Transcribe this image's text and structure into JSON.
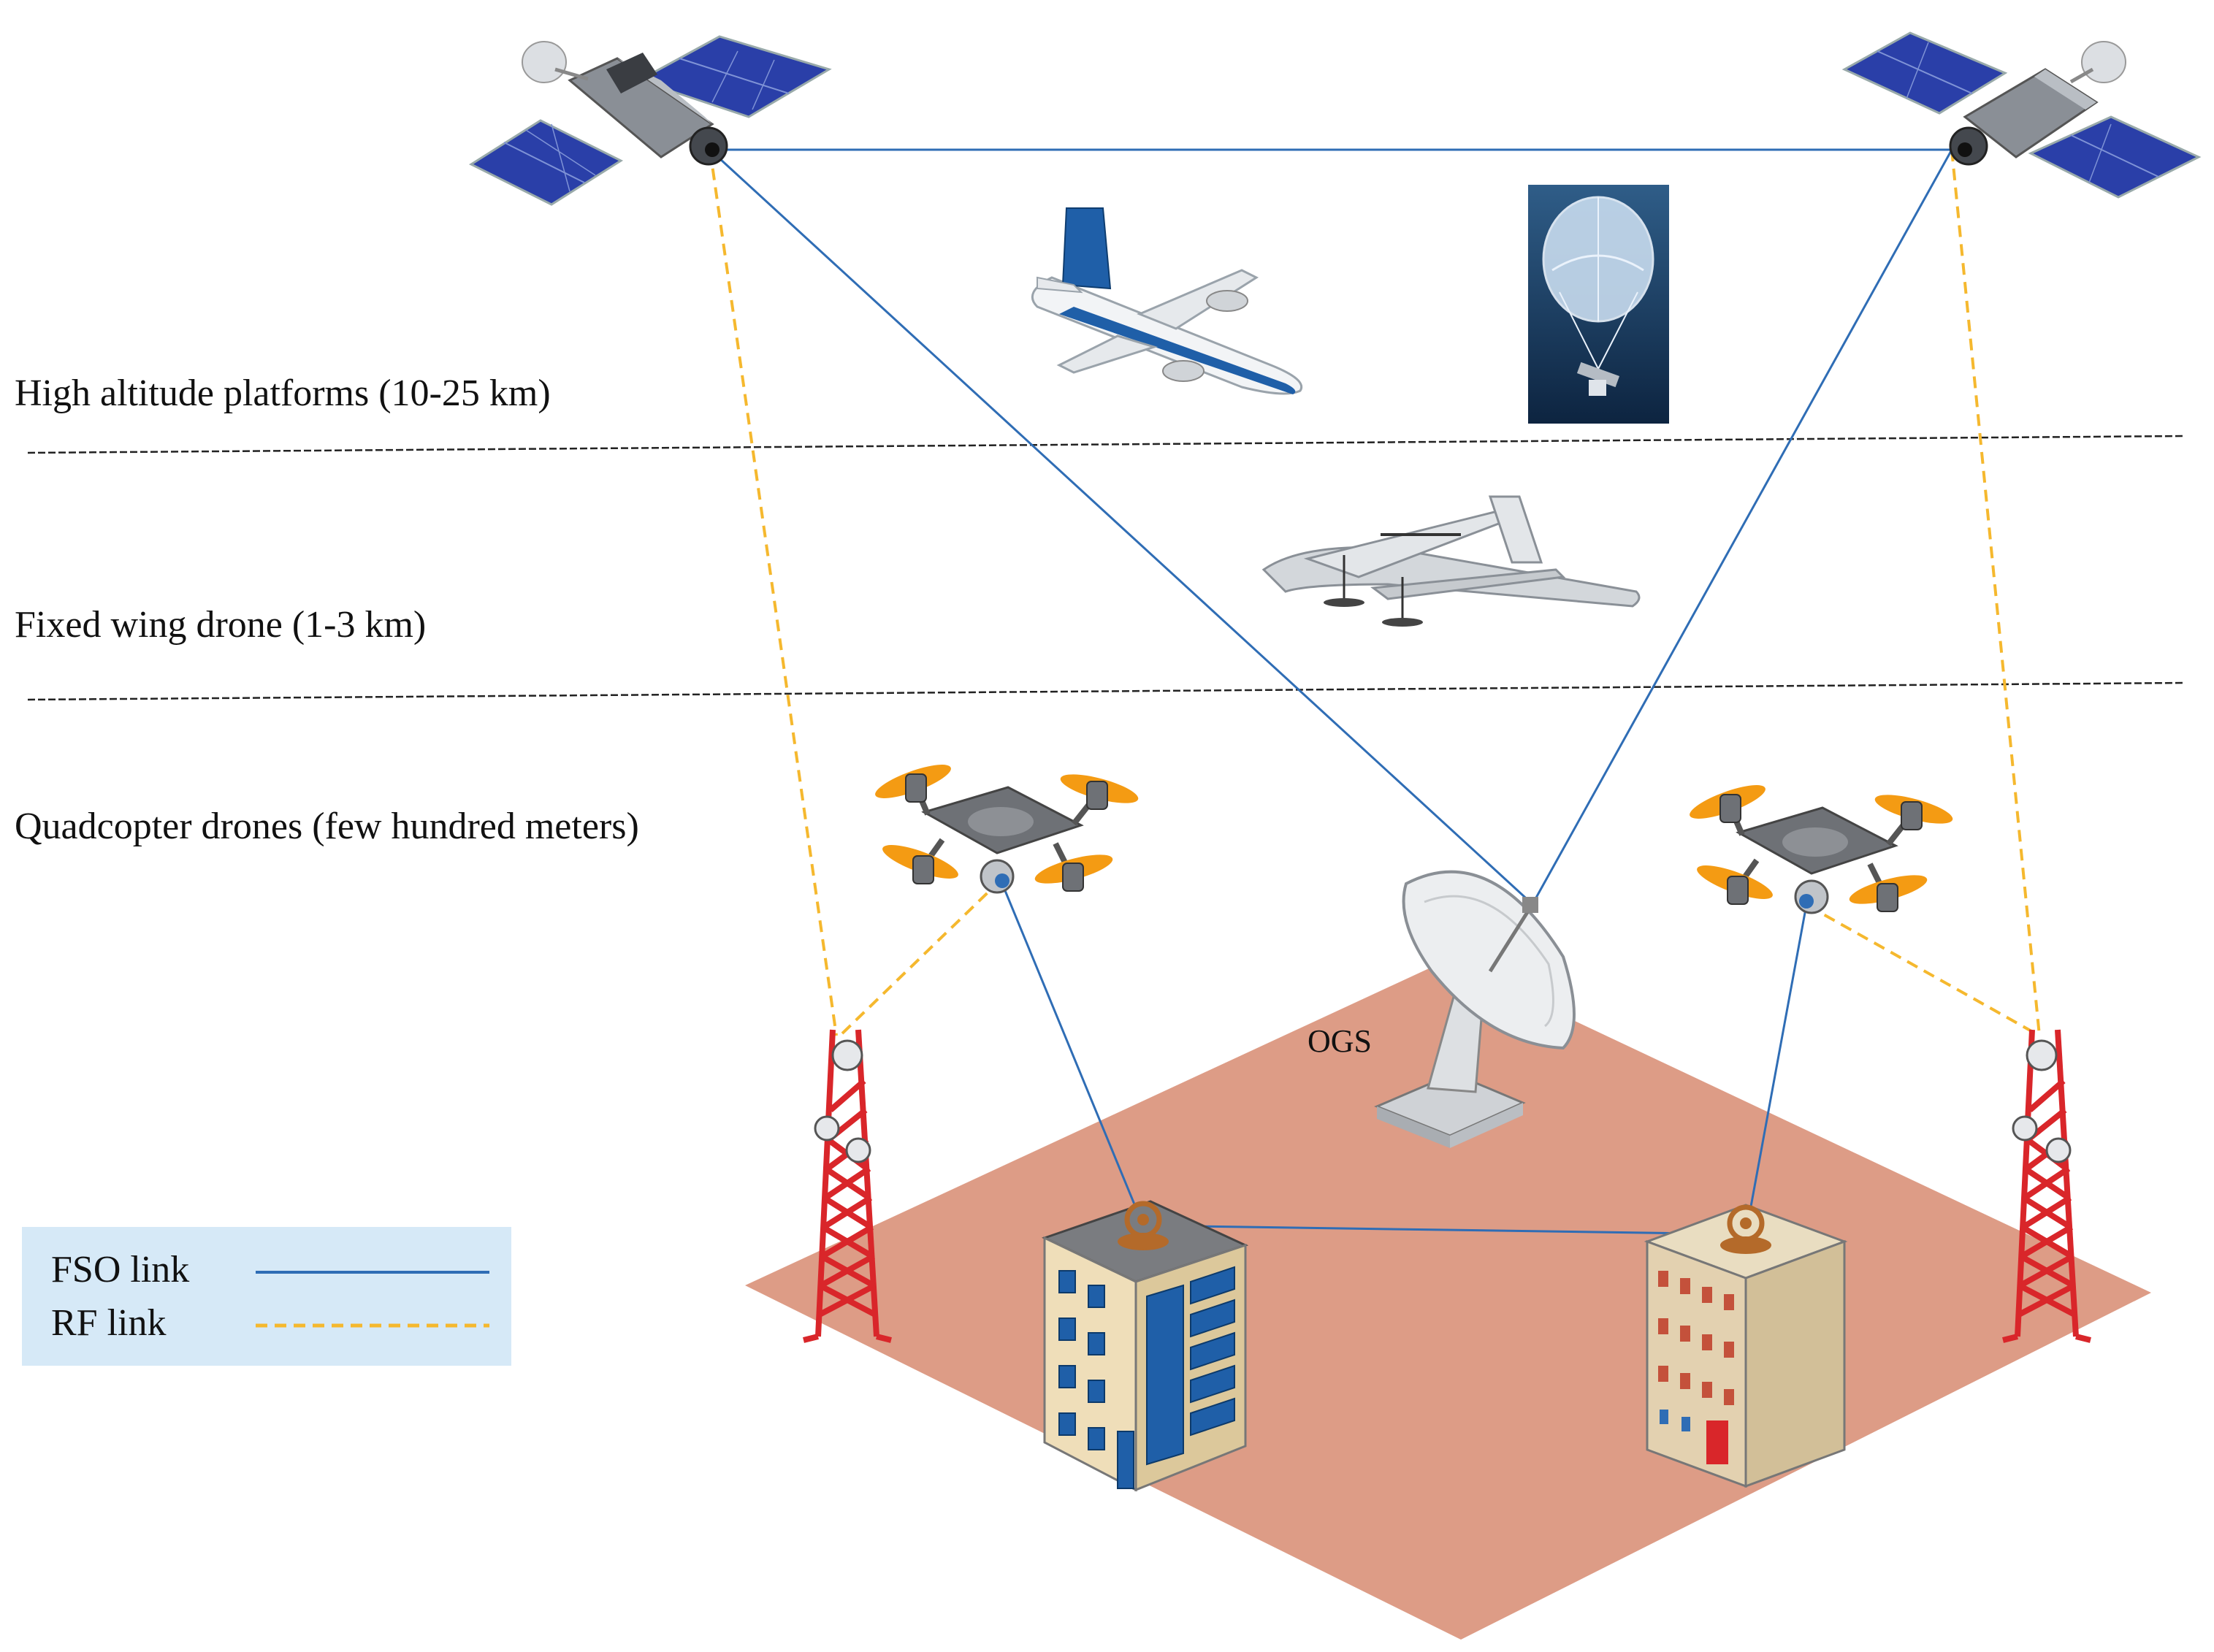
{
  "labels": {
    "hap": "High altitude platforms (10-25 km)",
    "fixed_wing": "Fixed wing drone (1-3 km)",
    "quadcopter": "Quadcopter drones (few hundred meters)",
    "ogs": "OGS"
  },
  "legend": {
    "fso": "FSO link",
    "rf": "RF link"
  },
  "colors": {
    "fso_link": "#2f6db5",
    "rf_link": "#f5b82e",
    "ground": "#dd9c86",
    "legend_bg": "#d6e9f7",
    "panel": "#2a3fa8",
    "tower_red": "#d9262a",
    "drone_arm": "#f49b13"
  }
}
